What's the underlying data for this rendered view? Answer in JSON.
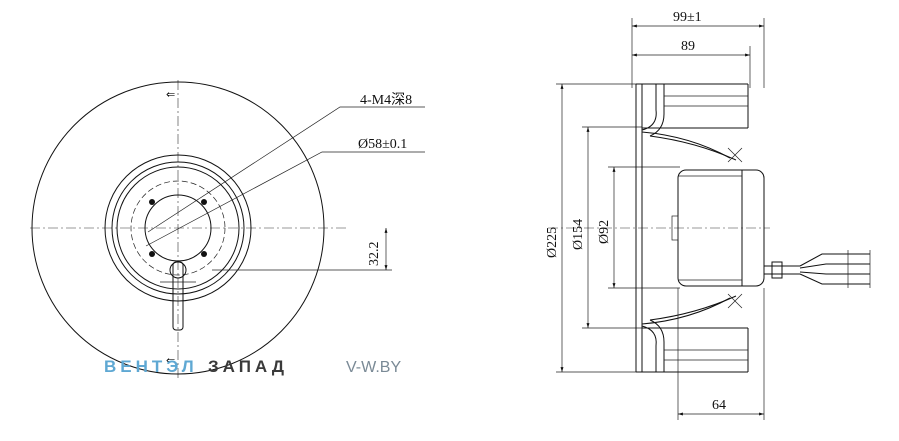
{
  "front_view": {
    "callout_thread": "4-M4深8",
    "callout_diameter": "Ø58±0.1",
    "dim_offset": "32.2",
    "arrow_mark": "⇐"
  },
  "side_view": {
    "dim_overall_width": "99±1",
    "dim_body_width": "89",
    "dim_d225": "Ø225",
    "dim_d154": "Ø154",
    "dim_d92": "Ø92",
    "dim_motor_depth": "64"
  },
  "watermark": {
    "brand_part1": "ВЕНТЭЛ",
    "brand_part2": "ЗАПАД",
    "site": "V-W.BY",
    "color_part1": "#5fa8d3",
    "color_part2": "#3a3a3a",
    "color_site": "#7a8a96"
  }
}
